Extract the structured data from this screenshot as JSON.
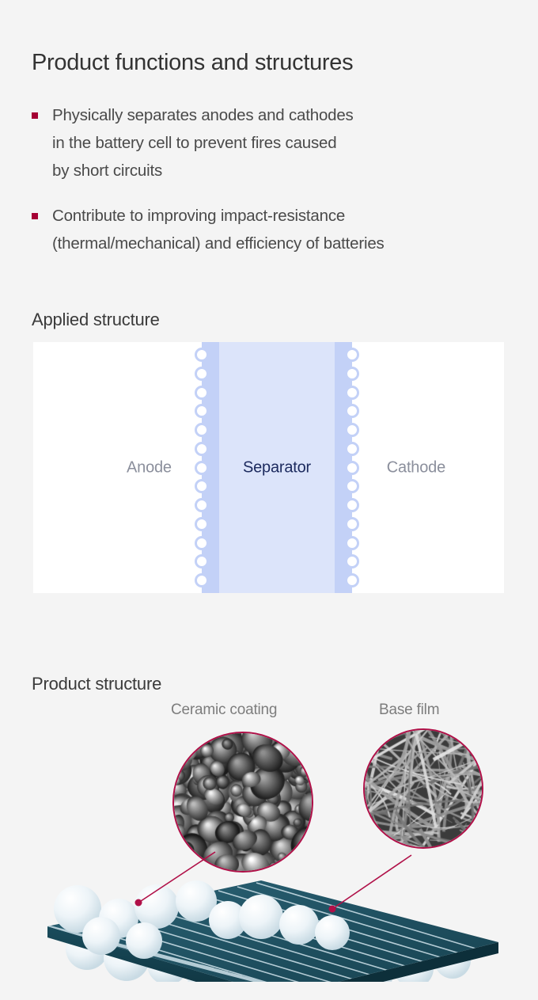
{
  "page": {
    "title": "Product functions and structures",
    "background_color": "#f4f4f4",
    "accent_color": "#a50034",
    "callout_color": "#b01048"
  },
  "bullets": [
    {
      "marker": "square-bullet",
      "lines": [
        "Physically separates anodes and cathodes",
        "in the battery cell to prevent fires caused",
        "by short circuits"
      ]
    },
    {
      "marker": "square-bullet",
      "lines": [
        "Contribute to improving impact-resistance",
        "(thermal/mechanical) and efficiency of batteries"
      ]
    }
  ],
  "applied_structure": {
    "heading": "Applied structure",
    "anode_label": "Anode",
    "separator_label": "Separator",
    "cathode_label": "Cathode",
    "separator_fill": "#dce4fa",
    "separator_edge": "#c3d1f7",
    "separator_text_color": "#1c2a5e",
    "electrode_text_color": "#8b8f9c",
    "bead_count": 13
  },
  "product_structure": {
    "heading": "Product structure",
    "ceramic_label": "Ceramic coating",
    "basefilm_label": "Base film",
    "mesh_color": "#1d4b5a",
    "sphere_color": "#eaf2f6"
  }
}
